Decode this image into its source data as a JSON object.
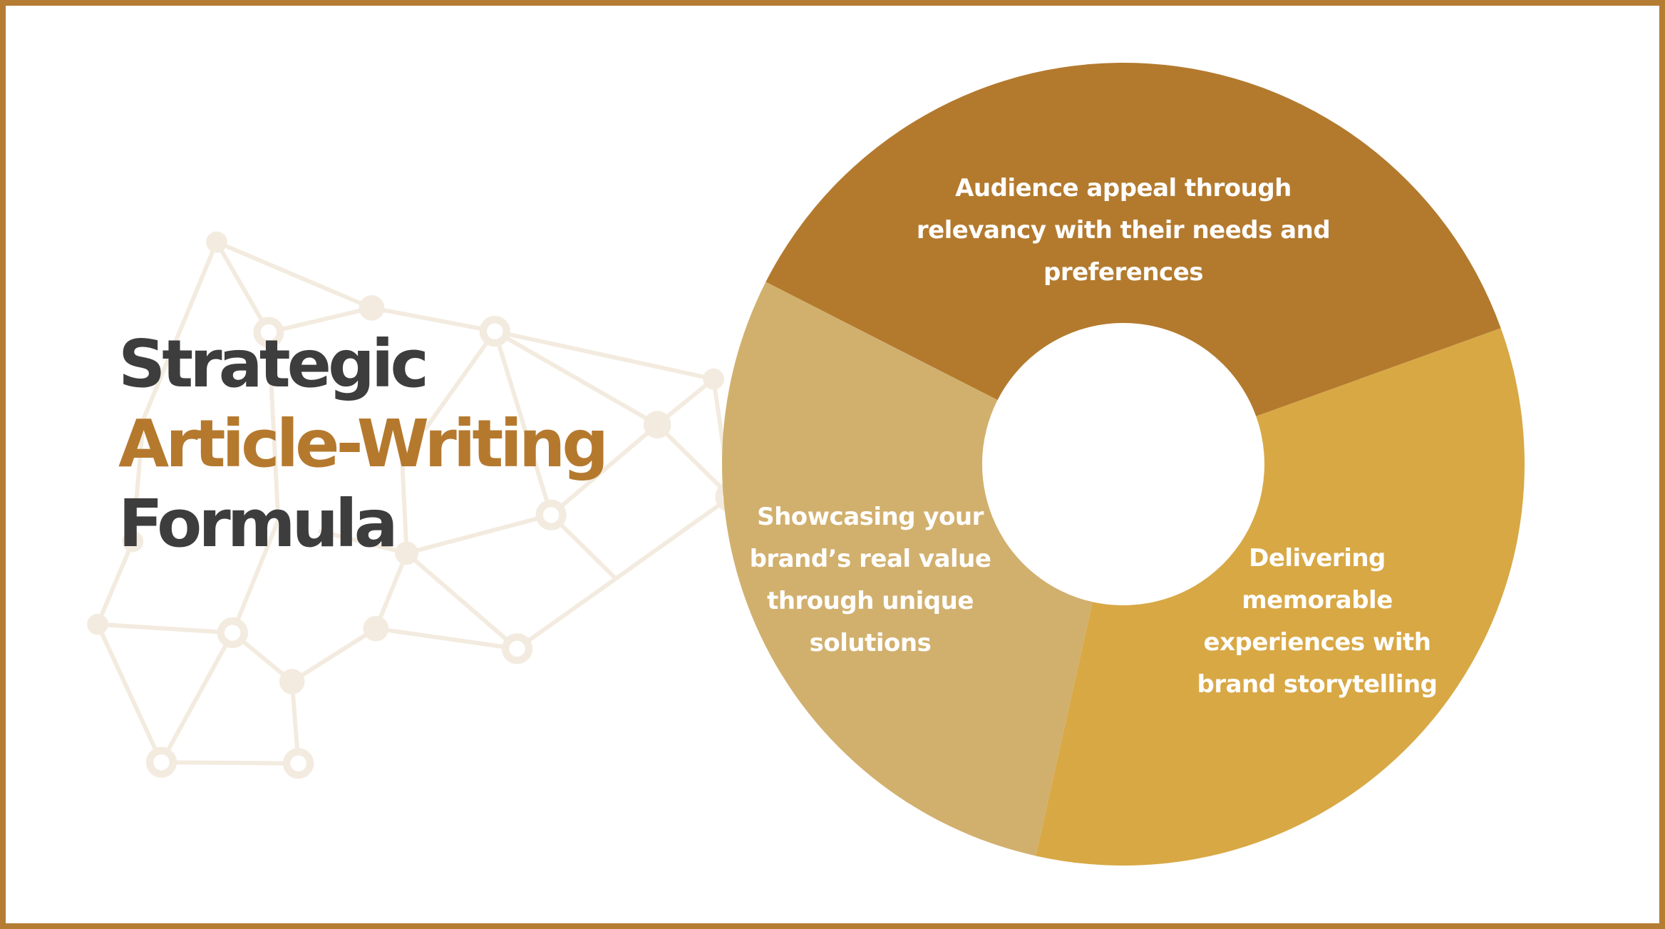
{
  "title": {
    "line1": "Strategic",
    "line2": "Article-Writing",
    "line3": "Formula"
  },
  "colors": {
    "border": "#B57C33",
    "title_dark": "#3D3D3D",
    "title_accent": "#B5792E",
    "network": "#F3EBDF"
  },
  "segments": [
    {
      "lines": [
        "Audience appeal through",
        "relevancy with their needs and",
        "preferences"
      ],
      "share_percent": 37,
      "color": "#B37A2E"
    },
    {
      "lines": [
        "Delivering",
        "memorable",
        "experiences with",
        "brand storytelling"
      ],
      "share_percent": 34,
      "color": "#D8A845"
    },
    {
      "lines": [
        "Showcasing your",
        "brand’s real value",
        "through unique",
        "solutions"
      ],
      "share_percent": 29,
      "color": "#D1B06E"
    }
  ]
}
